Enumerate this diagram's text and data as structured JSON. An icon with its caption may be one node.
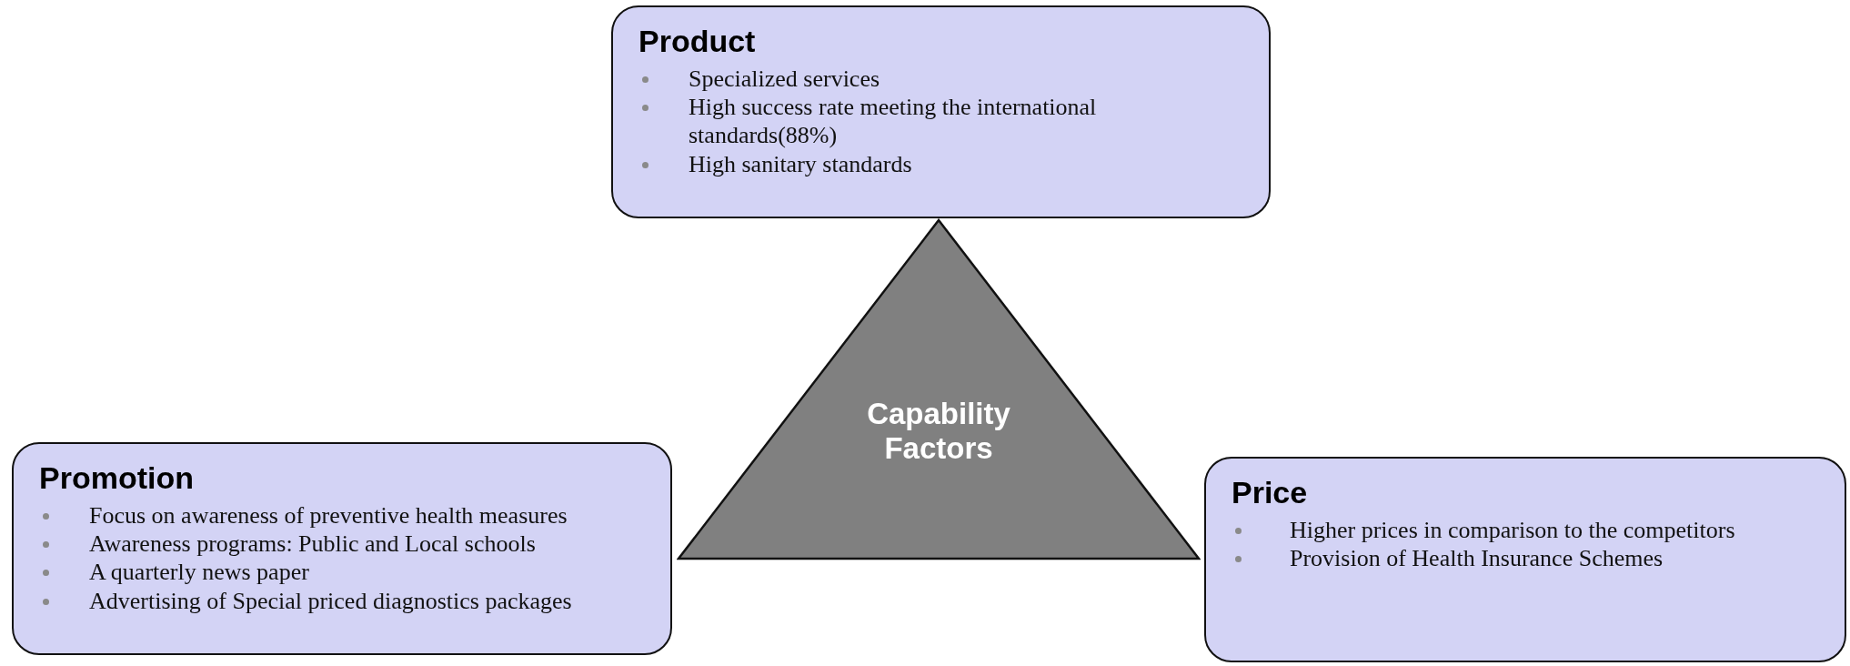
{
  "diagram": {
    "nodes": [
      {
        "text": [
          "Product",
          "Specialized services",
          "High success rate meeting the international standards(88%)",
          "High sanitary standards"
        ]
      },
      {
        "text": [
          "Capability Factors"
        ]
      },
      {
        "text": [
          "Promotion",
          "Focus on awareness of preventive health measures",
          "Awareness programs: Public and Local schools",
          "A quarterly news paper",
          "Advertising of Special priced diagnostics packages"
        ]
      },
      {
        "text": [
          "Price",
          "Higher prices in comparison to the competitors",
          "Provision of Health Insurance Schemes"
        ]
      }
    ]
  }
}
